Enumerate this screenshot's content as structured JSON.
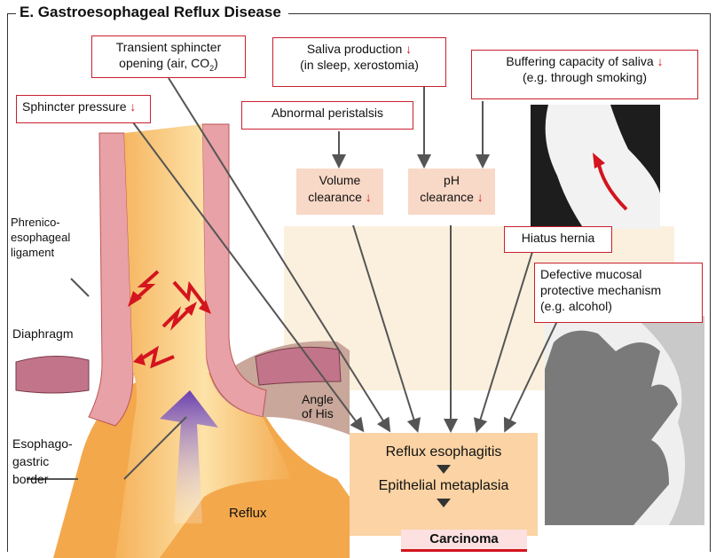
{
  "title": "E. Gastroesophageal Reflux Disease",
  "labels": {
    "sphincter_pressure": "Sphincter pressure",
    "transient_1": "Transient sphincter",
    "transient_2": "opening (air, CO",
    "transient_sub": "2",
    "transient_end": ")",
    "saliva_1": "Saliva production",
    "saliva_2": "(in sleep, xerostomia)",
    "buffer_1": "Buffering capacity of saliva",
    "buffer_2": "(e.g. through smoking)",
    "peristalsis": "Abnormal peristalsis",
    "volume_1": "Volume",
    "volume_2": "clearance",
    "ph_1": "pH",
    "ph_2": "clearance",
    "hiatus": "Hiatus hernia",
    "defective_1": "Defective mucosal",
    "defective_2": "protective mechanism",
    "defective_3": "(e.g. alcohol)",
    "phrenico_1": "Phrenico-",
    "phrenico_2": "esophageal",
    "phrenico_3": "ligament",
    "diaphragm": "Diaphragm",
    "angle_1": "Angle",
    "angle_2": "of His",
    "esophago_1": "Esophago-",
    "esophago_2": "gastric",
    "esophago_3": "border",
    "reflux": "Reflux",
    "decrease_arrow": "↓"
  },
  "result": {
    "step1": "Reflux esophagitis",
    "step2": "Epithelial metaplasia",
    "step3": "Carcinoma"
  },
  "colors": {
    "accent_red": "#d4141e",
    "pink_box": "#f8d8c6",
    "result_box": "#fbd3a4"
  }
}
